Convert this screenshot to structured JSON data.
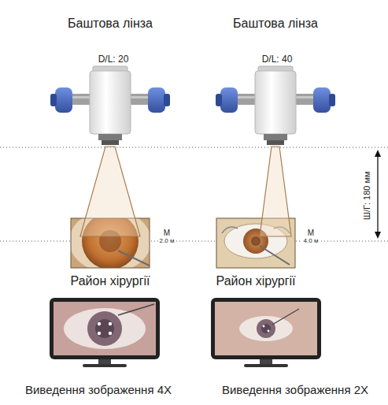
{
  "diagram": {
    "labels": [
      "Баштова лінза",
      "Баштова лінза",
      "D/L: 20",
      "D/L: 40",
      "Ш/Г: 180 мм",
      "М",
      "2.0 м",
      "М",
      "4.0 м",
      "Район хірургії",
      "Район хірургії",
      "Виведення зображення 4X",
      "Виведення зображення 2X"
    ]
  }
}
